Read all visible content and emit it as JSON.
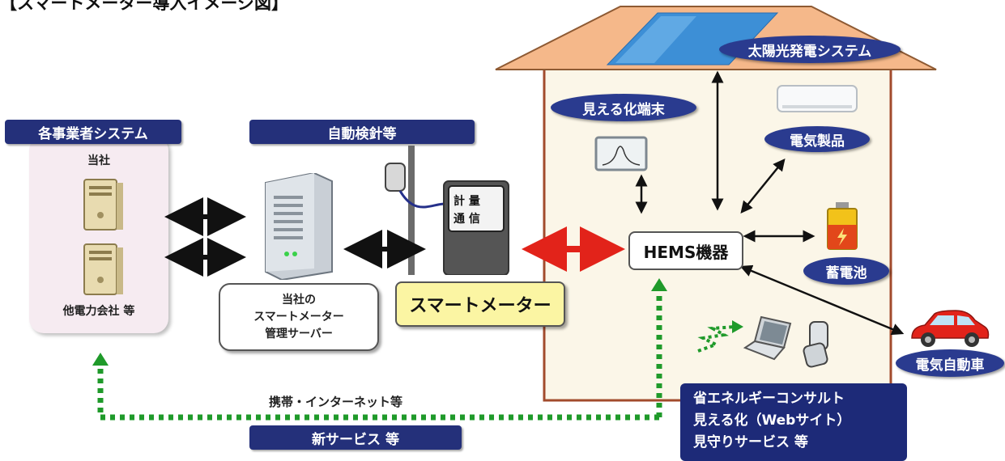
{
  "title": "【スマートメーター導入イメージ図】",
  "left_panel": {
    "header": "各事業者システム",
    "top_label": "当社",
    "bottom_label": "他電力会社 等"
  },
  "auto_reading": {
    "header": "自動検針等"
  },
  "server": {
    "lines": [
      "当社の",
      "スマートメーター",
      "管理サーバー"
    ]
  },
  "meter": {
    "label": "スマートメーター",
    "display_lines": [
      "計 量",
      "通 信"
    ]
  },
  "house": {
    "solar": "太陽光発電システム",
    "visual_terminal": "見える化端末",
    "appliances": "電気製品",
    "hems": "HEMS機器",
    "battery": "蓄電池",
    "ev": "電気自動車"
  },
  "services": {
    "lines": [
      "省エネルギーコンサルト",
      "見える化（Webサイト）",
      "見守りサービス 等"
    ]
  },
  "network_label": "携帯・インターネット等",
  "new_service": "新サービス 等",
  "colors": {
    "navy": "#24307a",
    "roof": "#f5b88a",
    "house_wall": "#fbf6e8",
    "green_dotted": "#1f9a2a",
    "red_arrow": "#e2231a"
  }
}
